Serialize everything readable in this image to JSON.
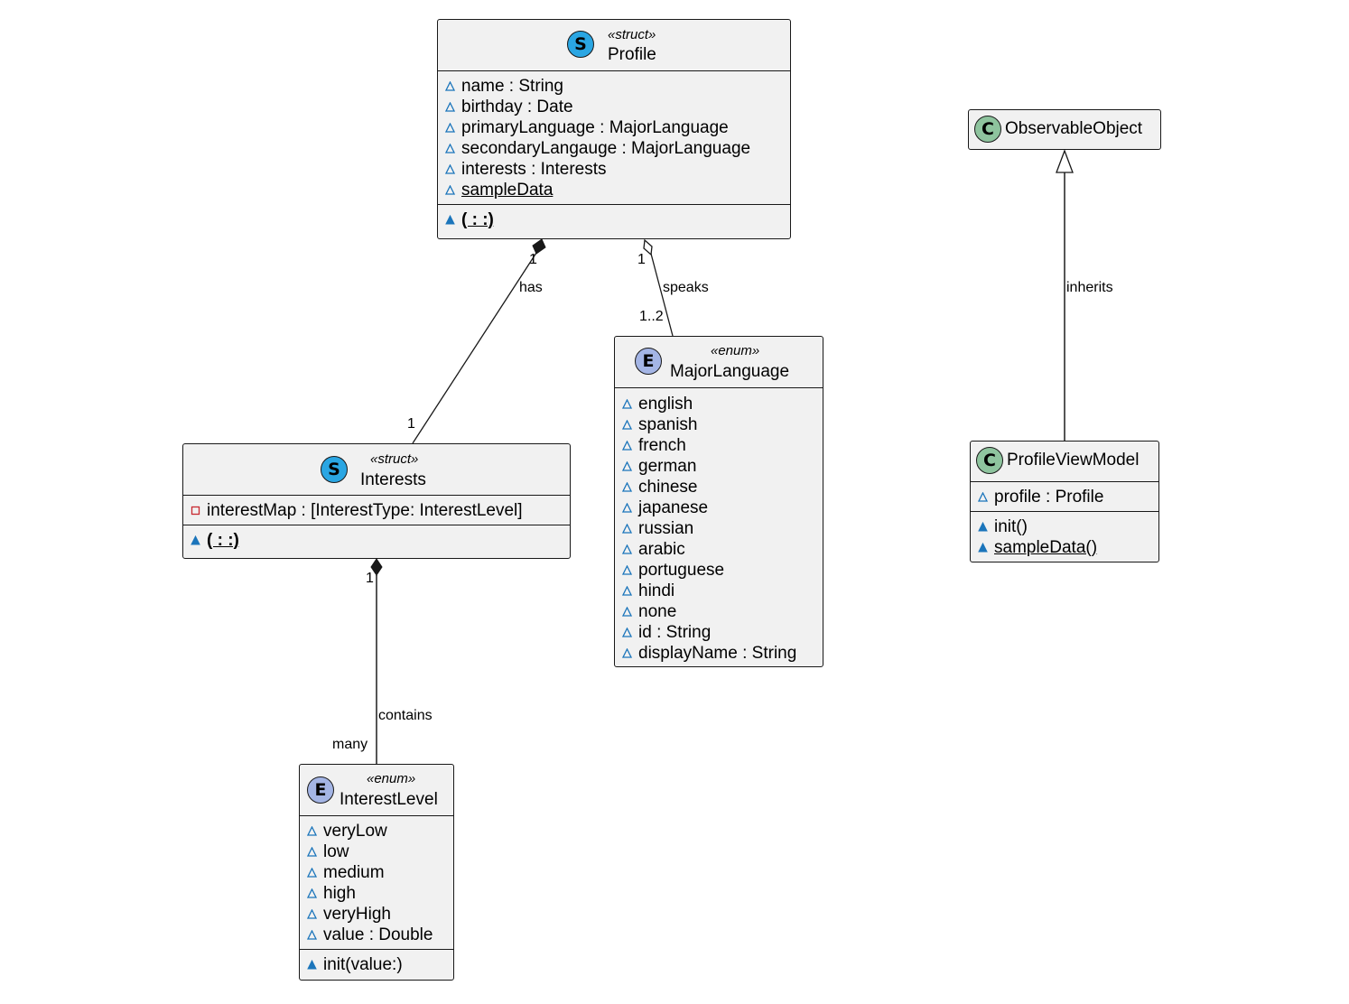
{
  "colors": {
    "struct_badge": "#2aa6e3",
    "enum_badge": "#a4b5e5",
    "class_badge": "#8ec49e",
    "field_visibility": "#1b75bb",
    "private_visibility": "#c82930",
    "box_fill": "#f1f1f1",
    "line": "#181818"
  },
  "profile": {
    "badge": "S",
    "stereotype": "«struct»",
    "name": "Profile",
    "fields": [
      "name : String",
      "birthday : Date",
      "primaryLanguage : MajorLanguage",
      "secondaryLangauge : MajorLanguage",
      "interests : Interests",
      "sampleData"
    ],
    "methods": [
      "( : :)"
    ]
  },
  "interests": {
    "badge": "S",
    "stereotype": "«struct»",
    "name": "Interests",
    "fields": [
      "interestMap : [InterestType: InterestLevel]"
    ],
    "methods": [
      "( : :)"
    ]
  },
  "major_language": {
    "badge": "E",
    "stereotype": "«enum»",
    "name": "MajorLanguage",
    "fields": [
      "english",
      "spanish",
      "french",
      "german",
      "chinese",
      "japanese",
      "russian",
      "arabic",
      "portuguese",
      "hindi",
      "none",
      "id : String",
      "displayName : String"
    ]
  },
  "interest_level": {
    "badge": "E",
    "stereotype": "«enum»",
    "name": "InterestLevel",
    "fields": [
      "veryLow",
      "low",
      "medium",
      "high",
      "veryHigh",
      "value : Double"
    ],
    "methods": [
      "init(value:)"
    ]
  },
  "observable_object": {
    "badge": "C",
    "name": "ObservableObject"
  },
  "profile_view_model": {
    "badge": "C",
    "name": "ProfileViewModel",
    "fields": [
      "profile : Profile"
    ],
    "methods": [
      "init()",
      "sampleData()"
    ]
  },
  "edges": {
    "has": {
      "label": "has",
      "from_mult": "1",
      "to_mult": "1"
    },
    "speaks": {
      "label": "speaks",
      "from_mult": "1",
      "to_mult": "1..2"
    },
    "contains": {
      "label": "contains",
      "from_mult": "1",
      "to_mult": "many"
    },
    "inherits": {
      "label": "inherits"
    }
  }
}
